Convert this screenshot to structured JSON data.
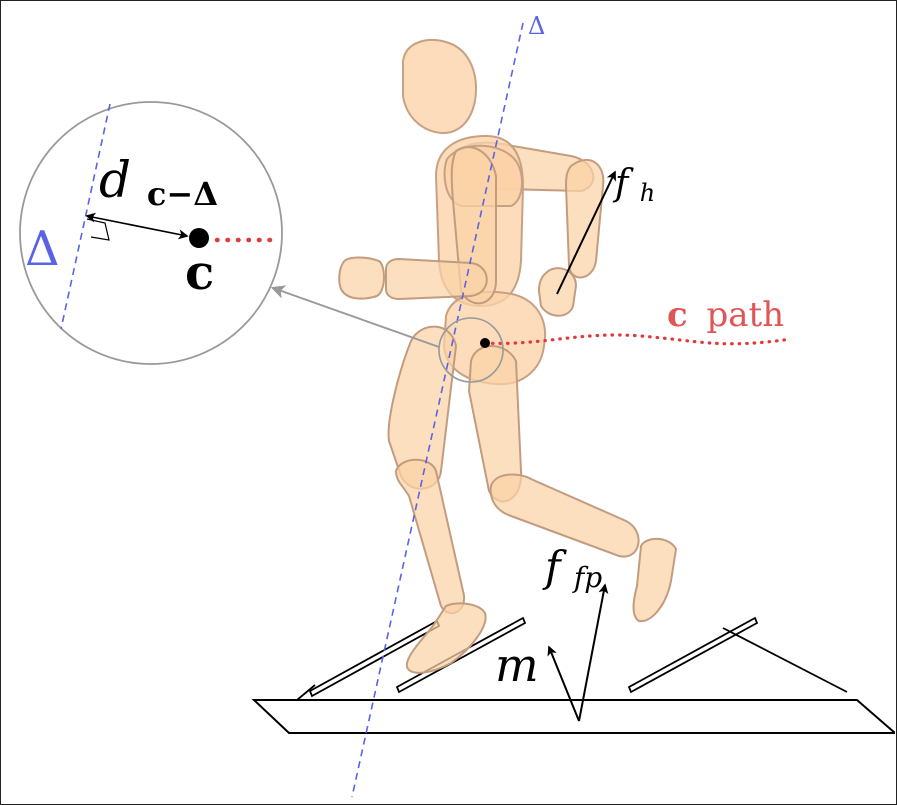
{
  "labels": {
    "axis_label_top": "Δ",
    "axis_label_inset": "Δ",
    "distance_main": "d",
    "distance_sub": "c−Δ",
    "com_inset": "c",
    "com_path_bold": "c",
    "com_path_text": "path",
    "force_hand_main": "f",
    "force_hand_sub": "h",
    "force_foot_main": "f",
    "force_foot_sub": "fp",
    "moment": "m"
  },
  "colors": {
    "axis": "#5a63e6",
    "com_path": "#e23a3a",
    "com_path_text": "#e05555",
    "body_fill": "#fbd2a6",
    "body_stroke": "#c7a183",
    "inset_stroke": "#999999",
    "arrow": "#000000"
  }
}
